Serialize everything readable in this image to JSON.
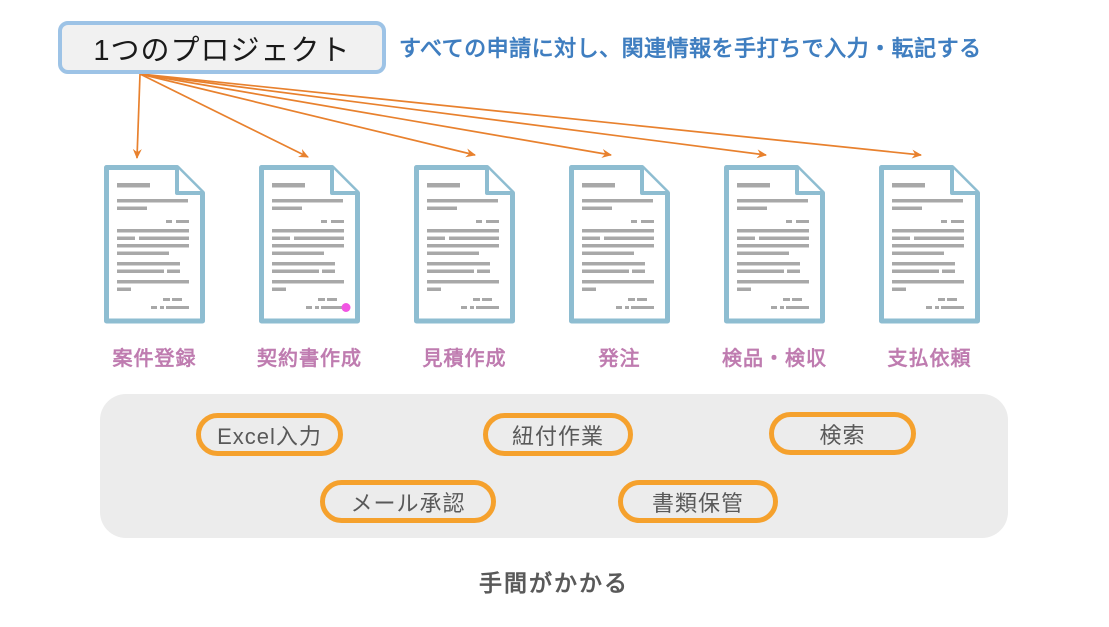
{
  "project_box": {
    "label": "1つのプロジェクト"
  },
  "annotation": {
    "text": "すべての申請に対し、関連情報を手打ちで入力・転記する"
  },
  "documents": [
    {
      "label": "案件登録",
      "stamp": false
    },
    {
      "label": "契約書作成",
      "stamp": true
    },
    {
      "label": "見積作成",
      "stamp": false
    },
    {
      "label": "発注",
      "stamp": false
    },
    {
      "label": "検品・検収",
      "stamp": false
    },
    {
      "label": "支払依頼",
      "stamp": false
    }
  ],
  "task_pills": [
    {
      "label": "Excel入力"
    },
    {
      "label": "紐付作業"
    },
    {
      "label": "検索"
    },
    {
      "label": "メール承認"
    },
    {
      "label": "書類保管"
    }
  ],
  "footer": {
    "text": "手間がかかる"
  },
  "colors": {
    "box_border_blue": "#9DC3E6",
    "box_fill_gray": "#F1F1F1",
    "annotation_blue": "#3F7EC0",
    "arrow_orange": "#E8812E",
    "document_border_blue": "#8EBDD1",
    "document_line_gray": "#A8A8A8",
    "stage_label_purple": "#BF7CB0",
    "panel_gray": "#ECECEC",
    "pill_border_orange": "#F5A12D",
    "pill_text_gray": "#595959",
    "footer_text_gray": "#595959",
    "stamp_pink": "#F155E3"
  }
}
